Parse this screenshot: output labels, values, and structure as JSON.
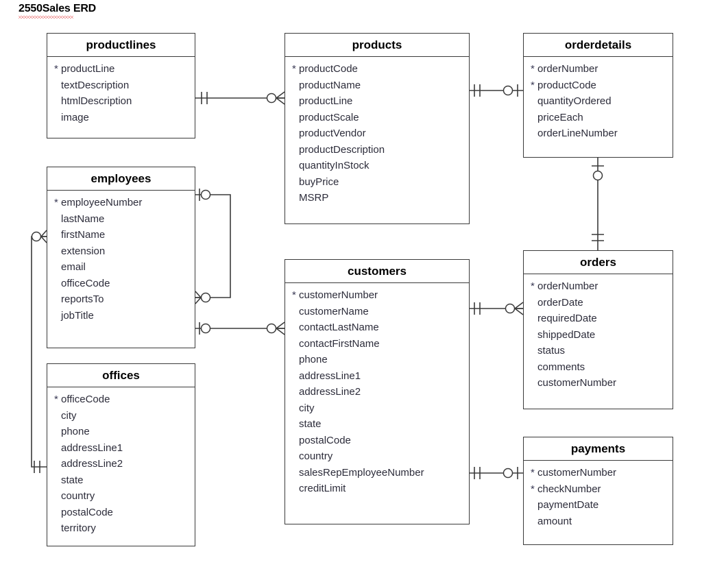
{
  "document": {
    "title": "2550Sales ERD",
    "title_misspelled": true,
    "spellcheck_color": "#e03030",
    "line_color": "#3a3a3a",
    "text_color": "#2c2c3a"
  },
  "diagram": {
    "type": "entity-relationship-diagram",
    "notation": "crow's foot",
    "pk_marker": "*",
    "entities": [
      {
        "id": "productlines",
        "name": "productlines",
        "attributes": [
          {
            "name": "productLine",
            "pk": true
          },
          {
            "name": "textDescription",
            "pk": false
          },
          {
            "name": "htmlDescription",
            "pk": false
          },
          {
            "name": "image",
            "pk": false
          }
        ]
      },
      {
        "id": "products",
        "name": "products",
        "attributes": [
          {
            "name": "productCode",
            "pk": true
          },
          {
            "name": "productName",
            "pk": false
          },
          {
            "name": "productLine",
            "pk": false
          },
          {
            "name": "productScale",
            "pk": false
          },
          {
            "name": "productVendor",
            "pk": false
          },
          {
            "name": "productDescription",
            "pk": false
          },
          {
            "name": "quantityInStock",
            "pk": false
          },
          {
            "name": "buyPrice",
            "pk": false
          },
          {
            "name": "MSRP",
            "pk": false
          }
        ]
      },
      {
        "id": "orderdetails",
        "name": "orderdetails",
        "attributes": [
          {
            "name": "orderNumber",
            "pk": true
          },
          {
            "name": "productCode",
            "pk": true
          },
          {
            "name": "quantityOrdered",
            "pk": false
          },
          {
            "name": "priceEach",
            "pk": false
          },
          {
            "name": "orderLineNumber",
            "pk": false
          }
        ]
      },
      {
        "id": "employees",
        "name": "employees",
        "attributes": [
          {
            "name": "employeeNumber",
            "pk": true
          },
          {
            "name": "lastName",
            "pk": false
          },
          {
            "name": "firstName",
            "pk": false
          },
          {
            "name": "extension",
            "pk": false
          },
          {
            "name": "email",
            "pk": false
          },
          {
            "name": "officeCode",
            "pk": false
          },
          {
            "name": "reportsTo",
            "pk": false
          },
          {
            "name": "jobTitle",
            "pk": false
          }
        ]
      },
      {
        "id": "customers",
        "name": "customers",
        "attributes": [
          {
            "name": "customerNumber",
            "pk": true
          },
          {
            "name": "customerName",
            "pk": false
          },
          {
            "name": "contactLastName",
            "pk": false
          },
          {
            "name": "contactFirstName",
            "pk": false
          },
          {
            "name": "phone",
            "pk": false
          },
          {
            "name": "addressLine1",
            "pk": false
          },
          {
            "name": "addressLine2",
            "pk": false
          },
          {
            "name": "city",
            "pk": false
          },
          {
            "name": "state",
            "pk": false
          },
          {
            "name": "postalCode",
            "pk": false
          },
          {
            "name": "country",
            "pk": false
          },
          {
            "name": "salesRepEmployeeNumber",
            "pk": false
          },
          {
            "name": "creditLimit",
            "pk": false
          }
        ]
      },
      {
        "id": "orders",
        "name": "orders",
        "attributes": [
          {
            "name": "orderNumber",
            "pk": true
          },
          {
            "name": "orderDate",
            "pk": false
          },
          {
            "name": "requiredDate",
            "pk": false
          },
          {
            "name": "shippedDate",
            "pk": false
          },
          {
            "name": "status",
            "pk": false
          },
          {
            "name": "comments",
            "pk": false
          },
          {
            "name": "customerNumber",
            "pk": false
          }
        ]
      },
      {
        "id": "offices",
        "name": "offices",
        "attributes": [
          {
            "name": "officeCode",
            "pk": true
          },
          {
            "name": "city",
            "pk": false
          },
          {
            "name": "phone",
            "pk": false
          },
          {
            "name": "addressLine1",
            "pk": false
          },
          {
            "name": "addressLine2",
            "pk": false
          },
          {
            "name": "state",
            "pk": false
          },
          {
            "name": "country",
            "pk": false
          },
          {
            "name": "postalCode",
            "pk": false
          },
          {
            "name": "territory",
            "pk": false
          }
        ]
      },
      {
        "id": "payments",
        "name": "payments",
        "attributes": [
          {
            "name": "customerNumber",
            "pk": true
          },
          {
            "name": "checkNumber",
            "pk": true
          },
          {
            "name": "paymentDate",
            "pk": false
          },
          {
            "name": "amount",
            "pk": false
          }
        ]
      }
    ],
    "relationships": [
      {
        "from": "productlines",
        "to": "products",
        "from_card": "one-and-only-one",
        "to_card": "zero-or-many"
      },
      {
        "from": "products",
        "to": "orderdetails",
        "from_card": "one-and-only-one",
        "to_card": "zero-or-one"
      },
      {
        "from": "orderdetails",
        "to": "orders",
        "from_card": "zero-or-one",
        "to_card": "one-and-only-one"
      },
      {
        "from": "employees",
        "to": "employees",
        "from_card": "zero-or-one",
        "to_card": "zero-or-many",
        "label": "reportsTo self-reference"
      },
      {
        "from": "offices",
        "to": "employees",
        "from_card": "one-and-only-one",
        "to_card": "zero-or-many"
      },
      {
        "from": "employees",
        "to": "customers",
        "from_card": "zero-or-one",
        "to_card": "zero-or-many"
      },
      {
        "from": "customers",
        "to": "orders",
        "from_card": "one-and-only-one",
        "to_card": "zero-or-many"
      },
      {
        "from": "customers",
        "to": "payments",
        "from_card": "one-and-only-one",
        "to_card": "zero-or-one"
      }
    ]
  }
}
